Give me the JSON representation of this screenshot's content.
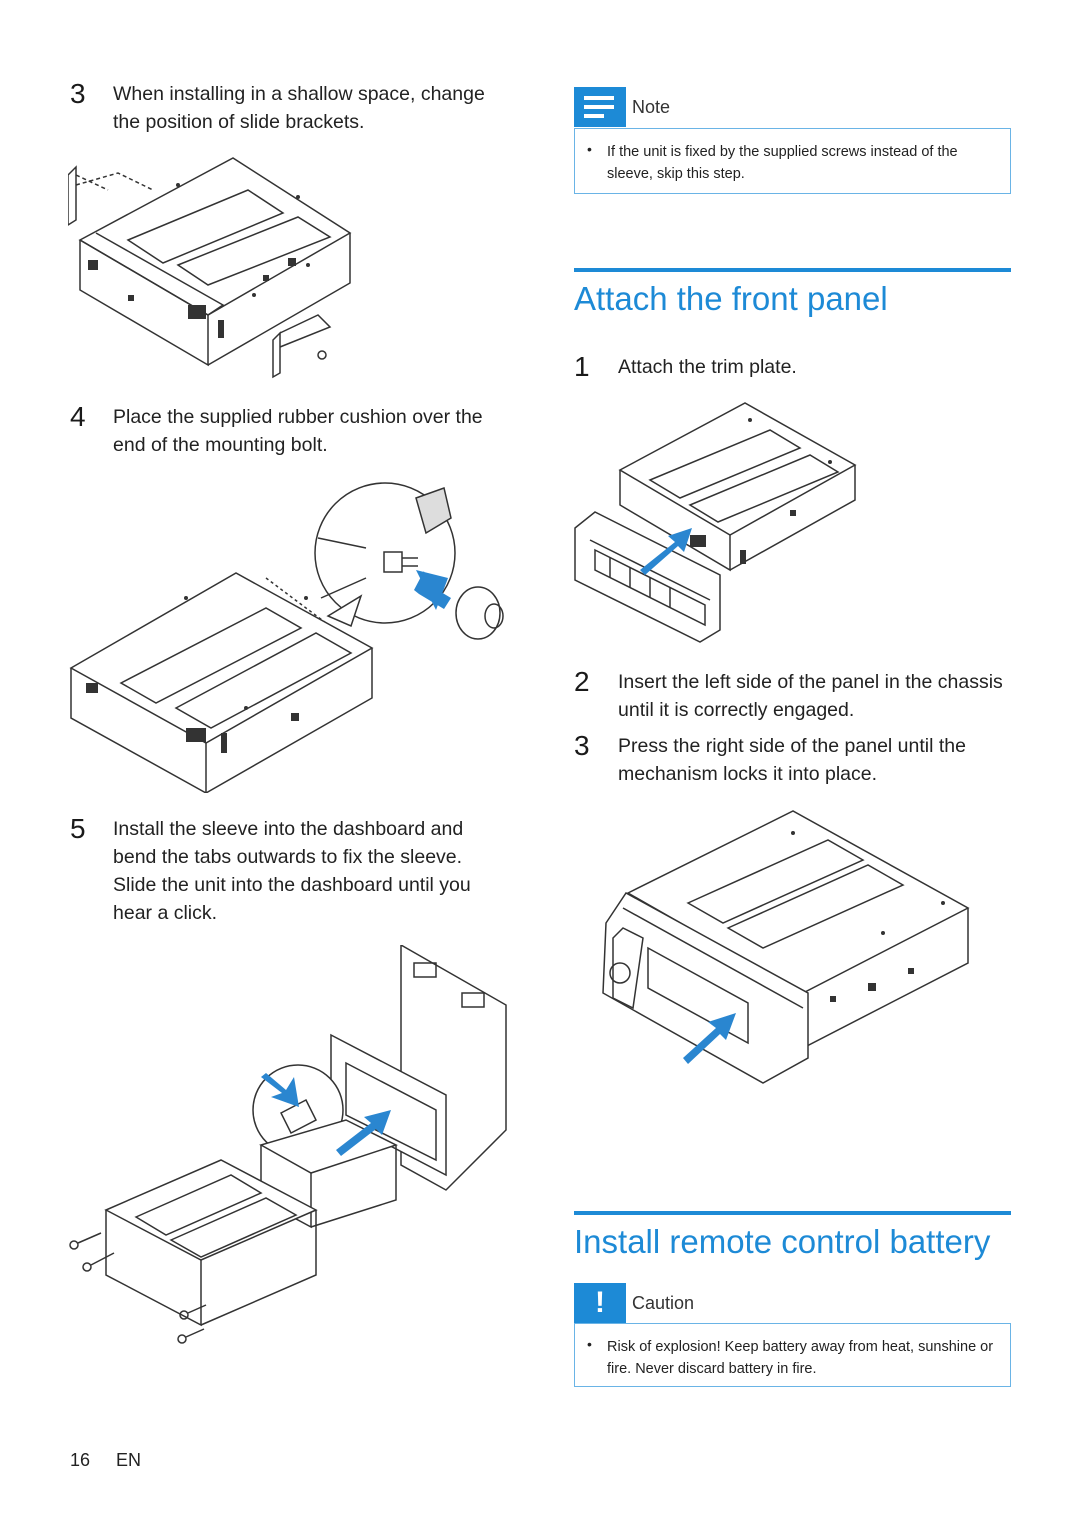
{
  "left_steps": [
    {
      "num": "3",
      "text": "When installing in a shallow space, change the position of slide brackets."
    },
    {
      "num": "4",
      "text": "Place the supplied rubber cushion over the end of the mounting bolt."
    },
    {
      "num": "5",
      "text": "Install the sleeve into the dashboard and bend the tabs outwards to fix the sleeve. Slide the unit into the dashboard until you hear a click."
    }
  ],
  "note": {
    "label": "Note",
    "bullet": "•",
    "text": "If the unit is fixed by the supplied screws instead of the sleeve, skip this step."
  },
  "section_front_panel": {
    "title": "Attach the front panel",
    "steps": [
      {
        "num": "1",
        "text": "Attach the trim plate."
      },
      {
        "num": "2",
        "text": "Insert the left side of the panel in the chassis until it is correctly engaged."
      },
      {
        "num": "3",
        "text": "Press the right side of the panel until the mechanism locks it into place."
      }
    ]
  },
  "section_battery": {
    "title": "Install remote control battery"
  },
  "caution": {
    "label": "Caution",
    "icon": "!",
    "bullet": "•",
    "text": "Risk of explosion! Keep battery away from heat, sunshine or fire. Never discard battery in fire."
  },
  "footer": {
    "page": "16",
    "lang": "EN"
  },
  "colors": {
    "accent": "#1d8ad6",
    "box_border": "#6ab4e6",
    "arrow": "#2a86d0"
  }
}
